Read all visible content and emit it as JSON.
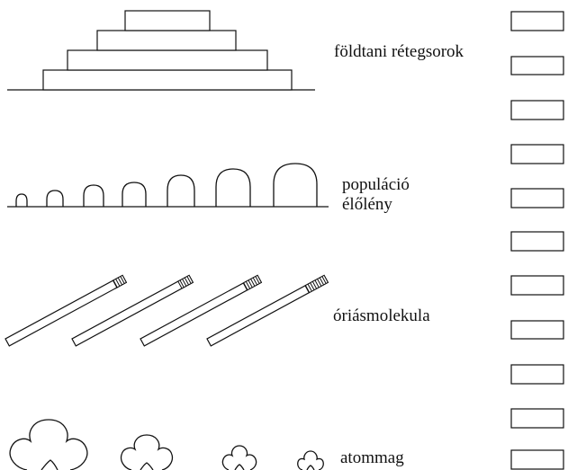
{
  "labels": {
    "strata": "földtani rétegsorok",
    "population_line1": "populáció",
    "population_line2": "élőlény",
    "macromolecule": "óriásmolekula",
    "nucleus": "atommag"
  },
  "answer_boxes": [
    {
      "value": ""
    },
    {
      "value": ""
    },
    {
      "value": ""
    },
    {
      "value": ""
    },
    {
      "value": ""
    },
    {
      "value": ""
    },
    {
      "value": ""
    },
    {
      "value": ""
    },
    {
      "value": ""
    },
    {
      "value": ""
    },
    {
      "value": ""
    }
  ],
  "colors": {
    "ink": "#111111",
    "paper": "#ffffff"
  }
}
